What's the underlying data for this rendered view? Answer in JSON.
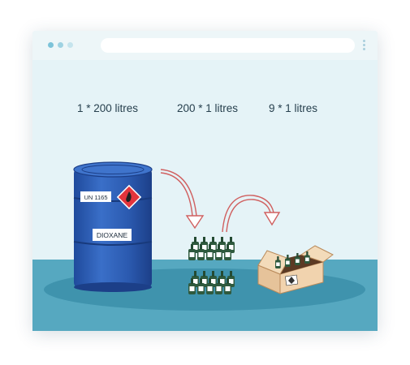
{
  "quantities": {
    "drum": "1 * 200 litres",
    "bottles": "200 * 1 litres",
    "boxes": "9 * 1 litres"
  },
  "drum": {
    "un_number": "UN 1165",
    "substance": "DIOXANE"
  },
  "colors": {
    "background": "#e5f3f7",
    "floor": "#56a8c0",
    "drum": "#2b5ab0",
    "hazard_label": "#e2343c",
    "bottle": "#2f5a3e",
    "box": "#e9c7a0",
    "arrow": "#d05a5a"
  },
  "icons": [
    "flame-hazard-icon",
    "curved-arrow-icon"
  ]
}
